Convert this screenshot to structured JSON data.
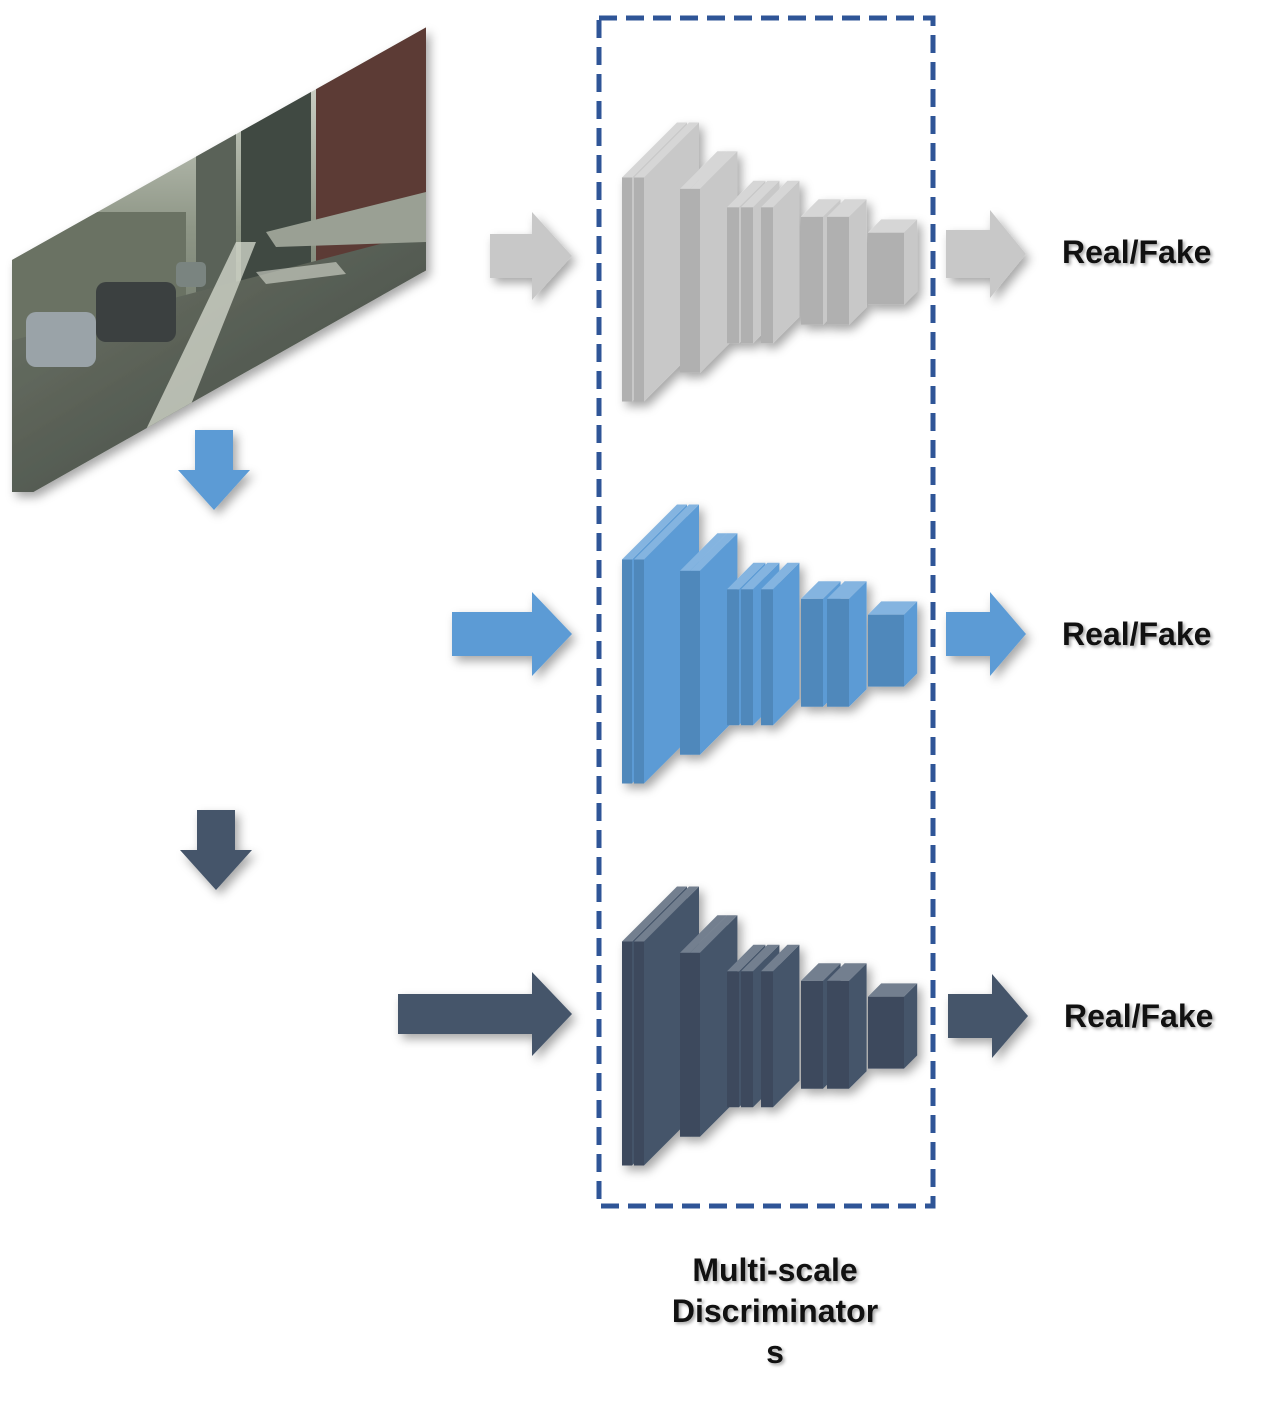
{
  "colors": {
    "scale1": "#c8c8c8",
    "scale2": "#5b9bd5",
    "scale3": "#44546a",
    "dashed_box": "#2f5597"
  },
  "outputs": [
    {
      "label": "Real/Fake"
    },
    {
      "label": "Real/Fake"
    },
    {
      "label": "Real/Fake"
    }
  ],
  "caption": {
    "line1": "Multi-scale",
    "line2": "Discriminator",
    "line3": "s"
  }
}
